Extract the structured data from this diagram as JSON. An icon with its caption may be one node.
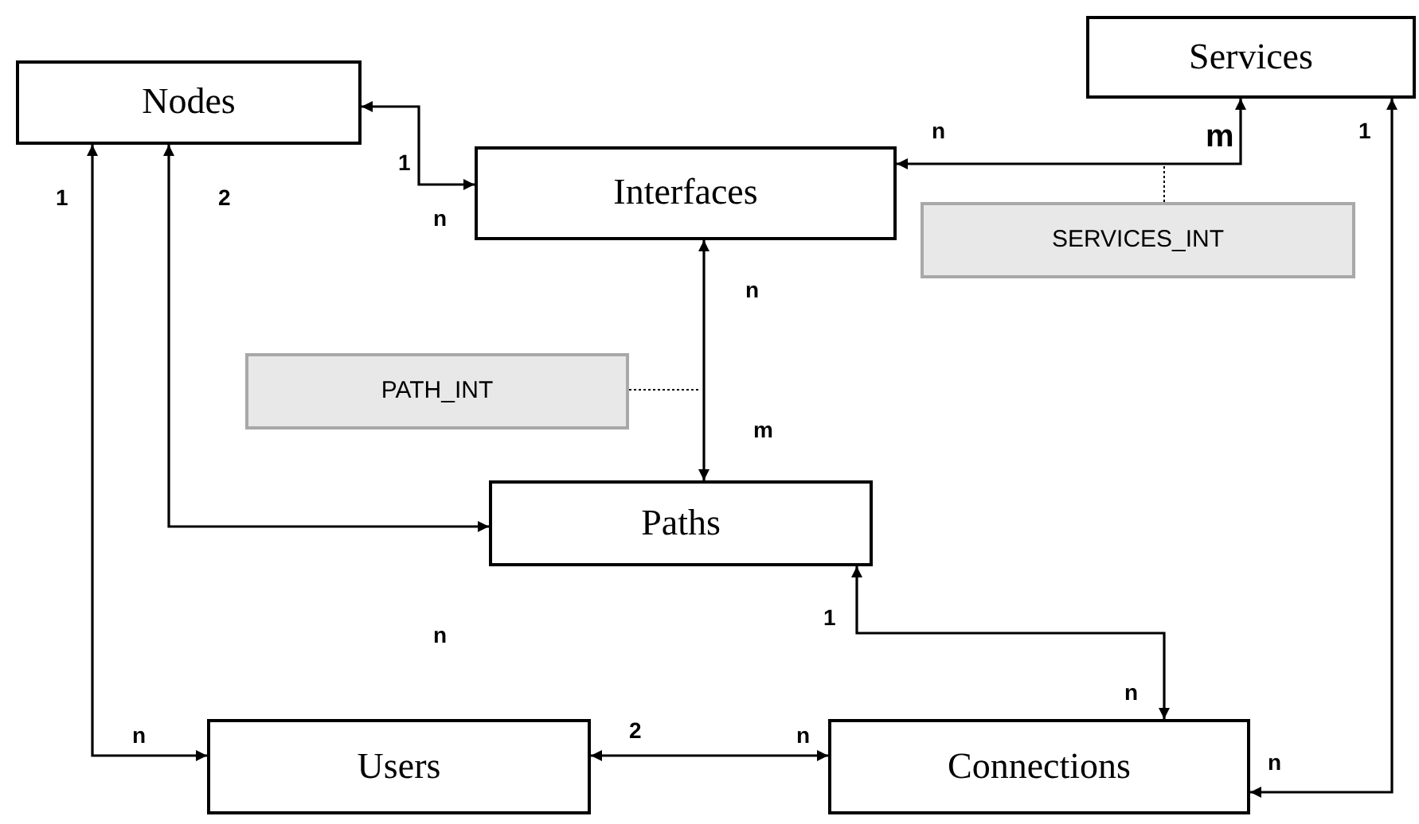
{
  "diagram": {
    "nodes": [
      {
        "text": [
          "Nodes"
        ]
      },
      {
        "text": [
          "Services"
        ]
      },
      {
        "text": [
          "Interfaces"
        ]
      },
      {
        "text": [
          "SERVICES_INT"
        ]
      },
      {
        "text": [
          "PATH_INT"
        ]
      },
      {
        "text": [
          "Paths"
        ]
      },
      {
        "text": [
          "Users"
        ]
      },
      {
        "text": [
          "Connections"
        ]
      }
    ],
    "edges": [
      {
        "from": 0,
        "to": 2,
        "arrow": "both"
      },
      {
        "from": 2,
        "to": 1,
        "arrow": "both"
      },
      {
        "from": 3,
        "to": null,
        "arrow": "none",
        "style": "dashed"
      },
      {
        "from": 4,
        "to": null,
        "arrow": "none",
        "style": "dashed"
      },
      {
        "from": 2,
        "to": 5,
        "arrow": "both"
      },
      {
        "from": 0,
        "to": 5,
        "arrow": "both"
      },
      {
        "from": 0,
        "to": 6,
        "arrow": "both"
      },
      {
        "from": 5,
        "to": 7,
        "arrow": "both"
      },
      {
        "from": 6,
        "to": 7,
        "arrow": "both"
      },
      {
        "from": 1,
        "to": 7,
        "arrow": "both"
      }
    ],
    "labels": [
      "n",
      "m",
      "1",
      "1",
      "1",
      "2",
      "n",
      "n",
      "m",
      "1",
      "n",
      "n",
      "2",
      "n",
      "n",
      "n"
    ]
  }
}
